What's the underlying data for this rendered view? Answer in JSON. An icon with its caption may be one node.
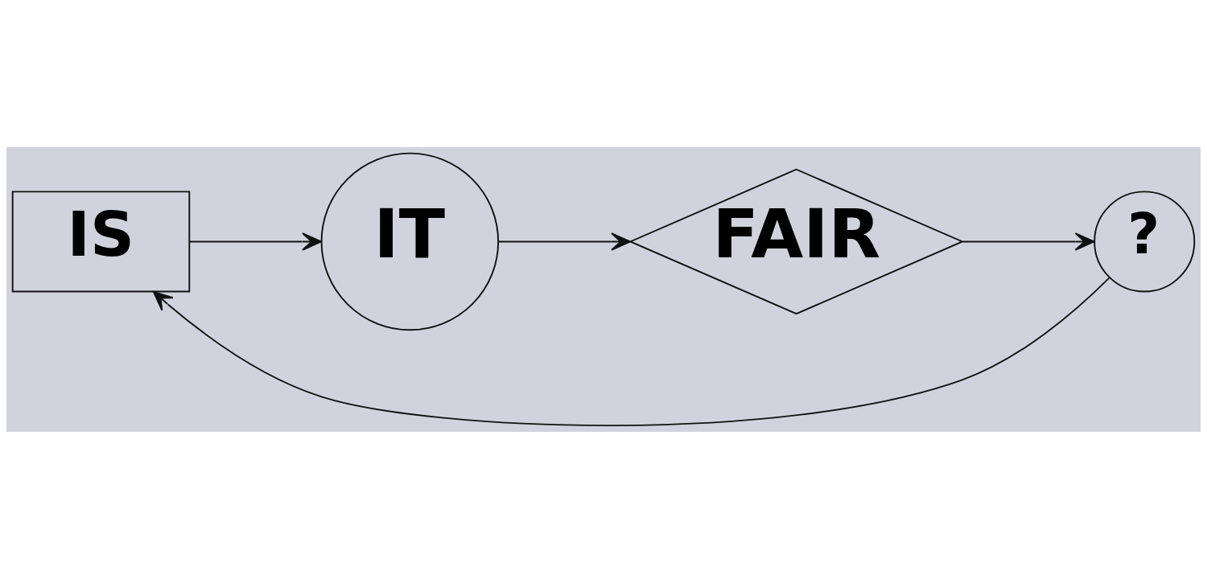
{
  "diagram": {
    "nodes": [
      {
        "text": [
          "IS"
        ]
      },
      {
        "text": [
          "IT"
        ]
      },
      {
        "text": [
          "FAIR"
        ]
      },
      {
        "text": [
          "?"
        ]
      }
    ],
    "edges": [
      {
        "from": 0,
        "to": 1,
        "arrow": "to"
      },
      {
        "from": 1,
        "to": 2,
        "arrow": "to"
      },
      {
        "from": 2,
        "to": 3,
        "arrow": "to"
      },
      {
        "from": 3,
        "to": 0,
        "arrow": "to"
      }
    ]
  }
}
